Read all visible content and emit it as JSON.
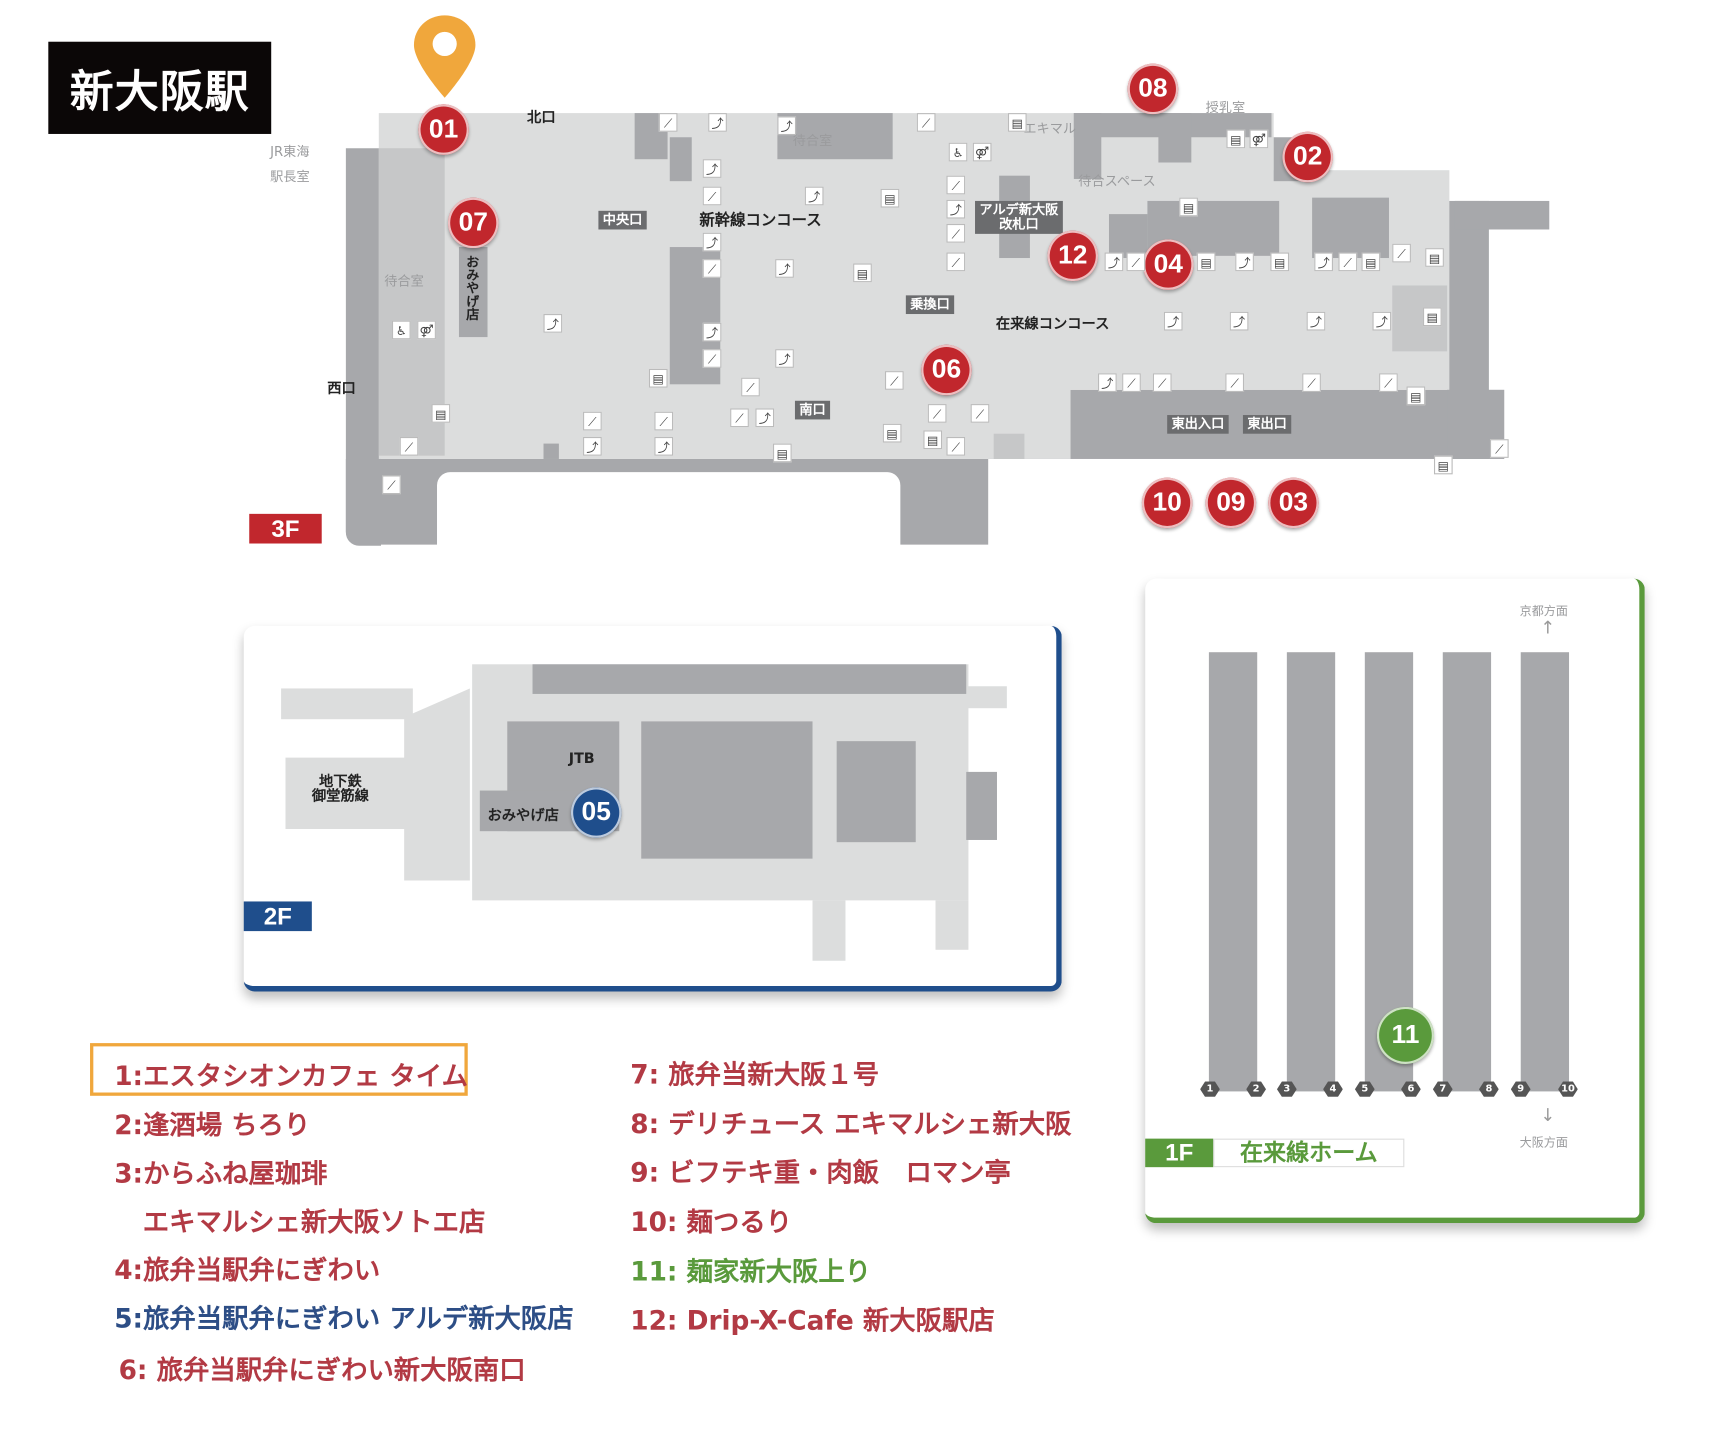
{
  "title": "新大阪駅",
  "colors": {
    "red": "#c1272d",
    "blue": "#1f4e8c",
    "green": "#5a9a3c",
    "highlight": "#f0a73c"
  },
  "floor3": {
    "floor_label": "3F",
    "labels": {
      "north_exit": "北口",
      "west_exit": "西口",
      "jr_tokai_1": "JR東海",
      "jr_tokai_2": "駅長室",
      "waiting_room_1": "待合室",
      "waiting_room_2": "待合室",
      "central_exit": "中央口",
      "shinkansen_concourse": "新幹線コンコース",
      "omiyage": "おみやげ店",
      "south_exit": "南口",
      "transfer_gate": "乗換口",
      "alde_gate": "アルデ新大阪\n改札口",
      "ekimaru": "エキマル",
      "nursing_room": "授乳室",
      "waiting_space": "待合スペース",
      "zairai_concourse": "在来線コンコース",
      "east_entrance": "東出入口",
      "east_exit": "東出口"
    },
    "pins": [
      "01",
      "07",
      "08",
      "02",
      "12",
      "04",
      "06",
      "10",
      "09",
      "03"
    ]
  },
  "floor2": {
    "floor_label": "2F",
    "labels": {
      "subway": "地下鉄\n御堂筋線",
      "jtb": "JTB",
      "omiyage": "おみやげ店"
    },
    "pins": [
      "05"
    ]
  },
  "floor1": {
    "floor_label": "1F",
    "floor_name": "在来線ホーム",
    "to_kyoto": "京都方面",
    "to_osaka": "大阪方面",
    "tracks": [
      "1",
      "2",
      "3",
      "4",
      "5",
      "6",
      "7",
      "8",
      "9",
      "10"
    ],
    "pins": [
      "11"
    ]
  },
  "legend": [
    {
      "text": "1:エスタシオンカフェ タイム",
      "color": "red",
      "highlighted": true
    },
    {
      "text": "2:逢酒場 ちろり",
      "color": "red"
    },
    {
      "text": "3:からふね屋珈琲",
      "color": "red"
    },
    {
      "text": "エキマルシェ新大阪ソトエ店",
      "color": "red"
    },
    {
      "text": "4:旅弁当駅弁にぎわい",
      "color": "red"
    },
    {
      "text": "5:旅弁当駅弁にぎわい アルデ新大阪店",
      "color": "blue"
    },
    {
      "text": "6: 旅弁当駅弁にぎわい新大阪南口",
      "color": "red"
    },
    {
      "text": "7: 旅弁当新大阪１号",
      "color": "red"
    },
    {
      "text": "8: デリチュース エキマルシェ新大阪",
      "color": "red"
    },
    {
      "text": "9: ビフテキ重・肉飯　ロマン亭",
      "color": "red"
    },
    {
      "text": "10: 麺つるり",
      "color": "red"
    },
    {
      "text": "11: 麺家新大阪上り",
      "color": "green"
    },
    {
      "text": "12: Drip-X-Cafe 新大阪駅店",
      "color": "red"
    }
  ]
}
